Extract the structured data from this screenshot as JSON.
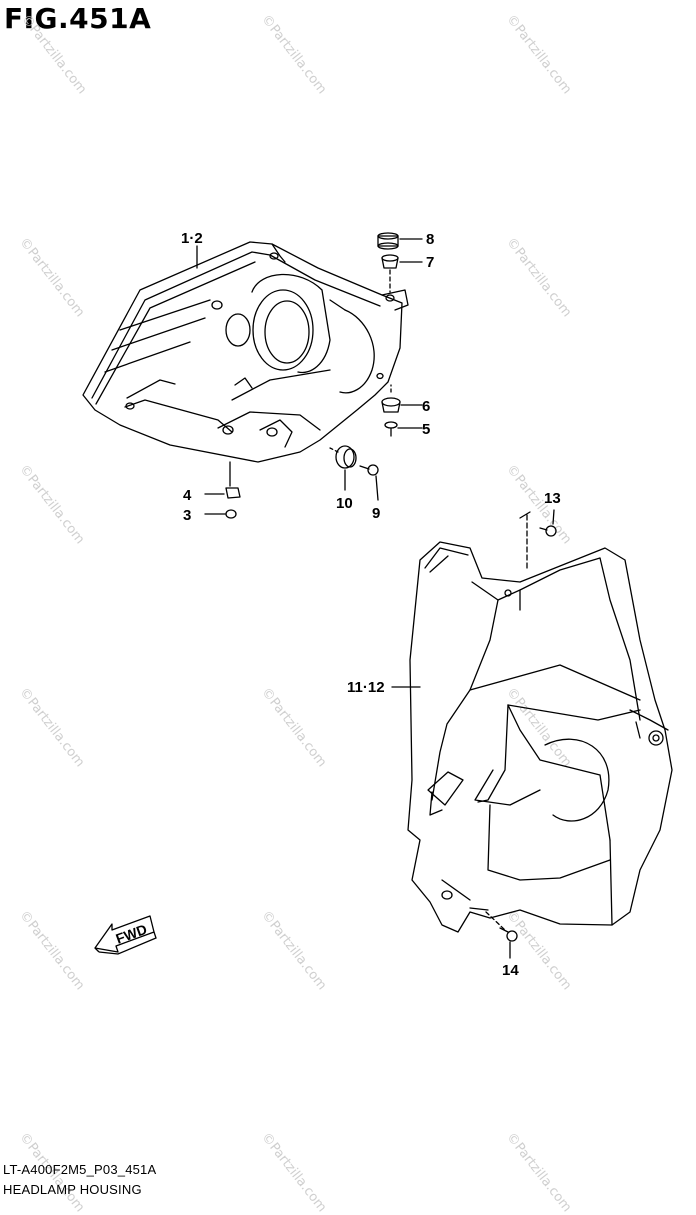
{
  "figure": {
    "title": "FIG.451A",
    "model_code": "LT-A400F2M5_P03_451A",
    "caption": "HEADLAMP HOUSING"
  },
  "fwd_label": "FWD",
  "watermark": "©Partzilla.com",
  "callouts": {
    "c1_2": "1·2",
    "c3": "3",
    "c4": "4",
    "c5": "5",
    "c6": "6",
    "c7": "7",
    "c8": "8",
    "c9": "9",
    "c10": "10",
    "c11_12": "11·12",
    "c13": "13",
    "c14": "14"
  },
  "colors": {
    "line": "#000000",
    "background": "#ffffff",
    "watermark": "#cfcfcf"
  }
}
